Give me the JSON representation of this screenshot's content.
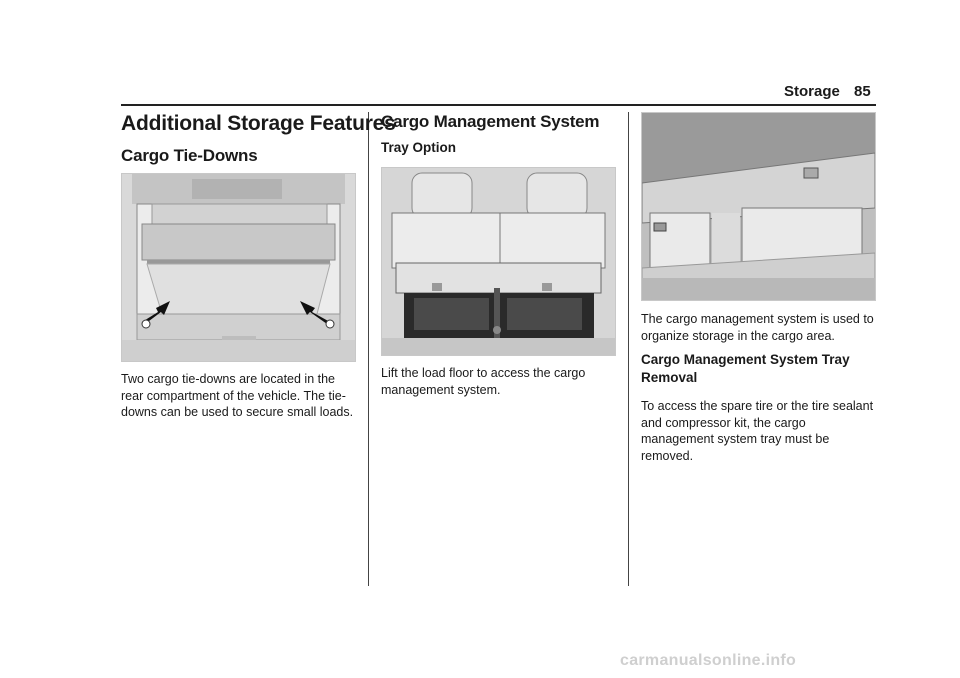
{
  "header": {
    "section": "Storage",
    "page": "85"
  },
  "col1": {
    "title": "Additional Storage Features",
    "subtitle": "Cargo Tie-Downs",
    "body": "Two cargo tie-downs are located in the rear compartment of the vehicle. The tie-downs can be used to secure small loads."
  },
  "col2": {
    "title": "Cargo Management System",
    "subtitle": "Tray Option",
    "body": "Lift the load floor to access the cargo management system."
  },
  "col3": {
    "body1": "The cargo management system is used to organize storage in the cargo area.",
    "subtitle": "Cargo Management System Tray Removal",
    "body2": "To access the spare tire or the tire sealant and compressor kit, the cargo management system tray must be removed."
  },
  "footer": {
    "watermark": "carmanualsonline.info"
  }
}
